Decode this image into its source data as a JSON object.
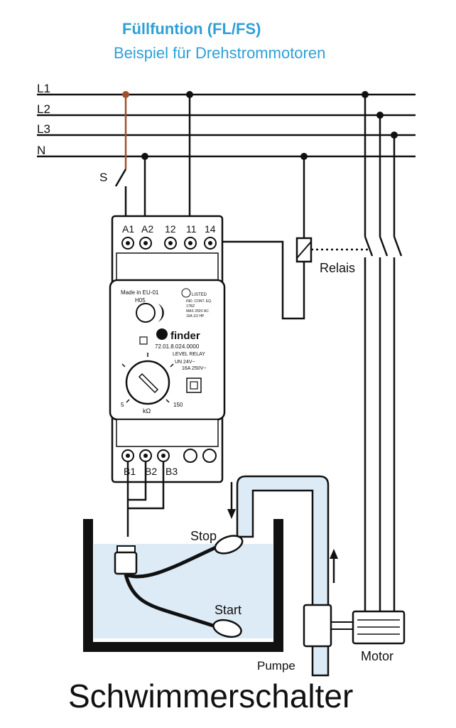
{
  "header": {
    "title": "Füllfuntion (FL/FS)",
    "subtitle": "Beispiel für Drehstrommotoren"
  },
  "lines": {
    "l1": "L1",
    "l2": "L2",
    "l3": "L3",
    "n": "N"
  },
  "switch_label": "S",
  "terminals_top": {
    "a1": "A1",
    "a2": "A2",
    "t12": "12",
    "t11": "11",
    "t14": "14"
  },
  "terminals_bottom": {
    "b1": "B1",
    "b2": "B2",
    "b3": "B3"
  },
  "relay_label": "Relais",
  "device": {
    "made_in": "Made in EU-01",
    "code": "H05",
    "listed": "LISTED",
    "listed_sub1": "IND. CONT. EQ.",
    "listed_sub2": "17RZ",
    "listed_sub3": "MAX 250V AC",
    "listed_sub4": "16A 1/2 HP",
    "brand": "finder",
    "model": "72.01.8.024.0000",
    "type": "LEVEL RELAY",
    "rating1": "UN 24V~",
    "rating2": "16A 250V~",
    "dial_min": "5",
    "dial_max": "150",
    "dial_unit": "kΩ"
  },
  "tank": {
    "stop_label": "Stop",
    "start_label": "Start"
  },
  "pump_label": "Pumpe",
  "motor_label": "Motor",
  "footer": {
    "caption": "Schwimmerschalter"
  },
  "colors": {
    "title": "#2f9fd6",
    "switch_wire": "#a0522d",
    "water": "#dcebf6",
    "pipe": "#dcebf6"
  }
}
